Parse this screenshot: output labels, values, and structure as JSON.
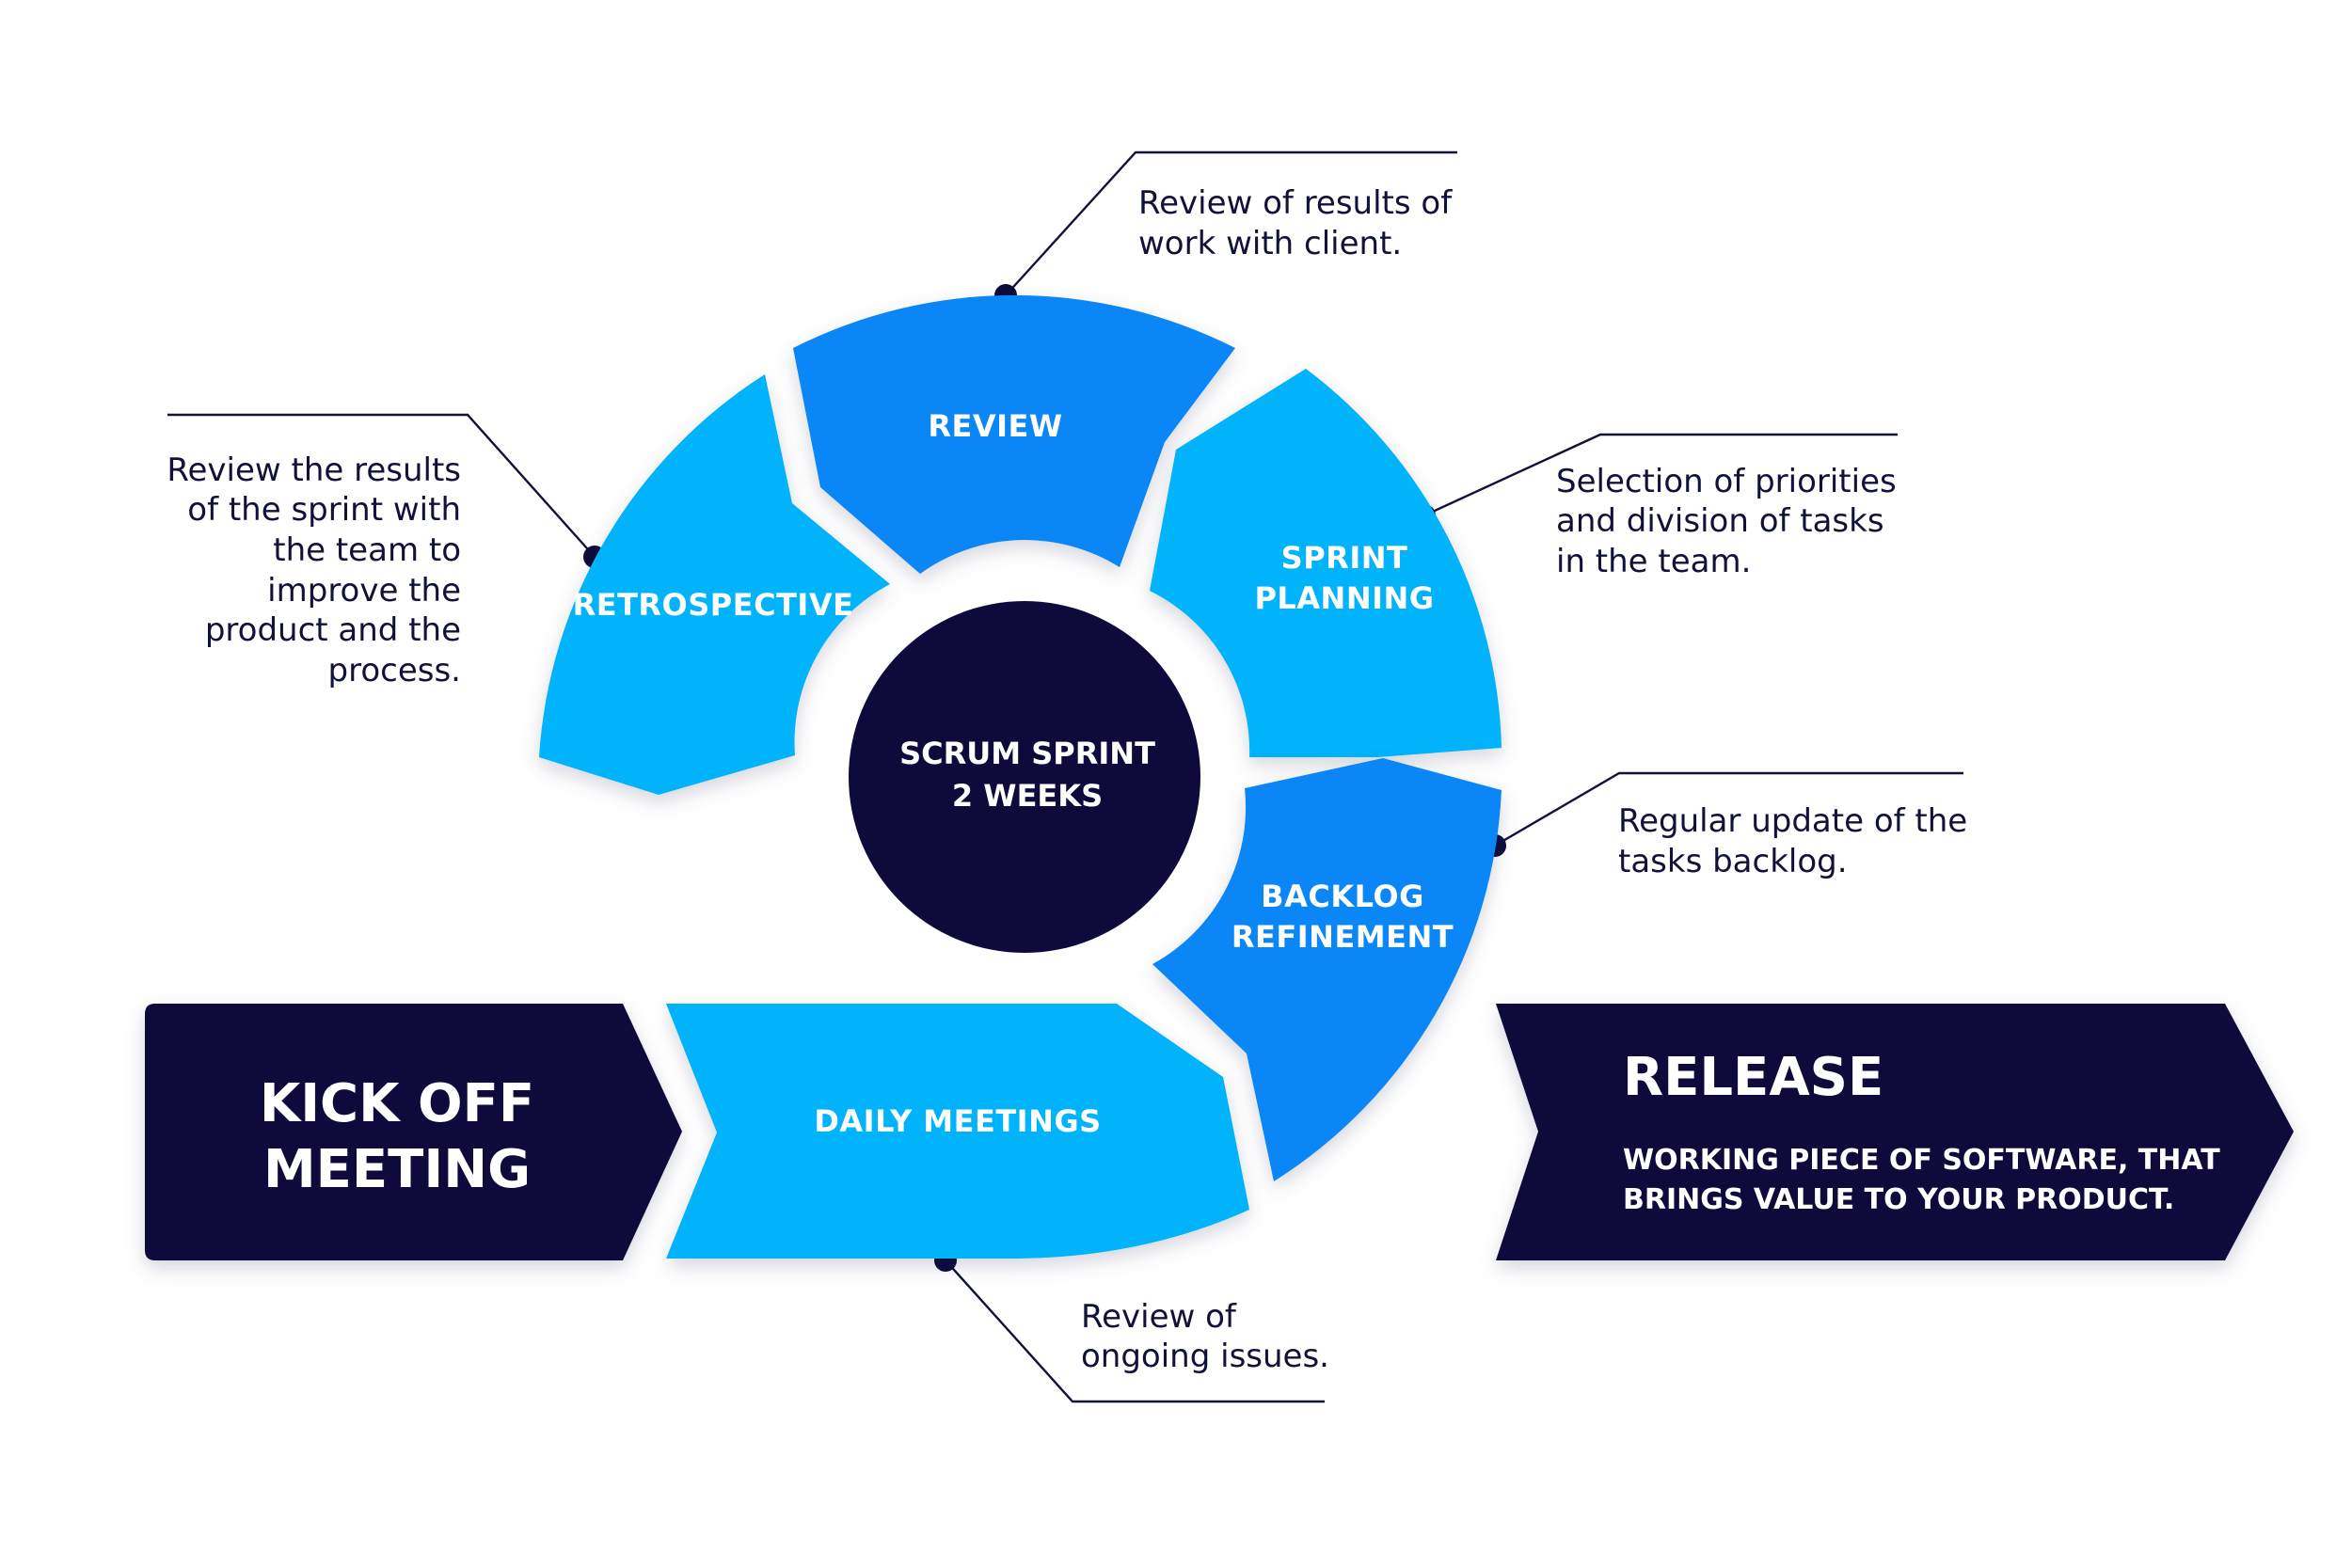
{
  "colors": {
    "light_blue": "#00b3fb",
    "mid_blue": "#0a86f6",
    "navy": "#0e0b3c",
    "text_dark": "#11123a"
  },
  "hub": {
    "line1": "SCRUM SPRINT",
    "line2": "2 WEEKS"
  },
  "segments": {
    "review": {
      "label": "REVIEW"
    },
    "sprint_planning": {
      "line1": "SPRINT",
      "line2": "PLANNING"
    },
    "backlog_refinement": {
      "line1": "BACKLOG",
      "line2": "REFINEMENT"
    },
    "daily_meetings": {
      "label": "DAILY MEETINGS"
    },
    "retrospective": {
      "label": "RETROSPECTIVE"
    }
  },
  "kickoff": {
    "line1": "KICK OFF",
    "line2": "MEETING"
  },
  "release": {
    "title": "RELEASE",
    "line1": "WORKING PIECE OF SOFTWARE, THAT",
    "line2": "BRINGS VALUE TO YOUR PRODUCT."
  },
  "notes": {
    "review": [
      "Review of results of",
      "work with client."
    ],
    "sprint_planning": [
      "Selection of priorities",
      "and division of tasks",
      "in the team."
    ],
    "backlog": [
      "Regular update of the",
      "tasks backlog."
    ],
    "daily": [
      "Review of",
      "ongoing issues."
    ],
    "retrospective": [
      "Review the results",
      "of the sprint with",
      "the team to",
      "improve the",
      "product and the",
      "process."
    ]
  }
}
